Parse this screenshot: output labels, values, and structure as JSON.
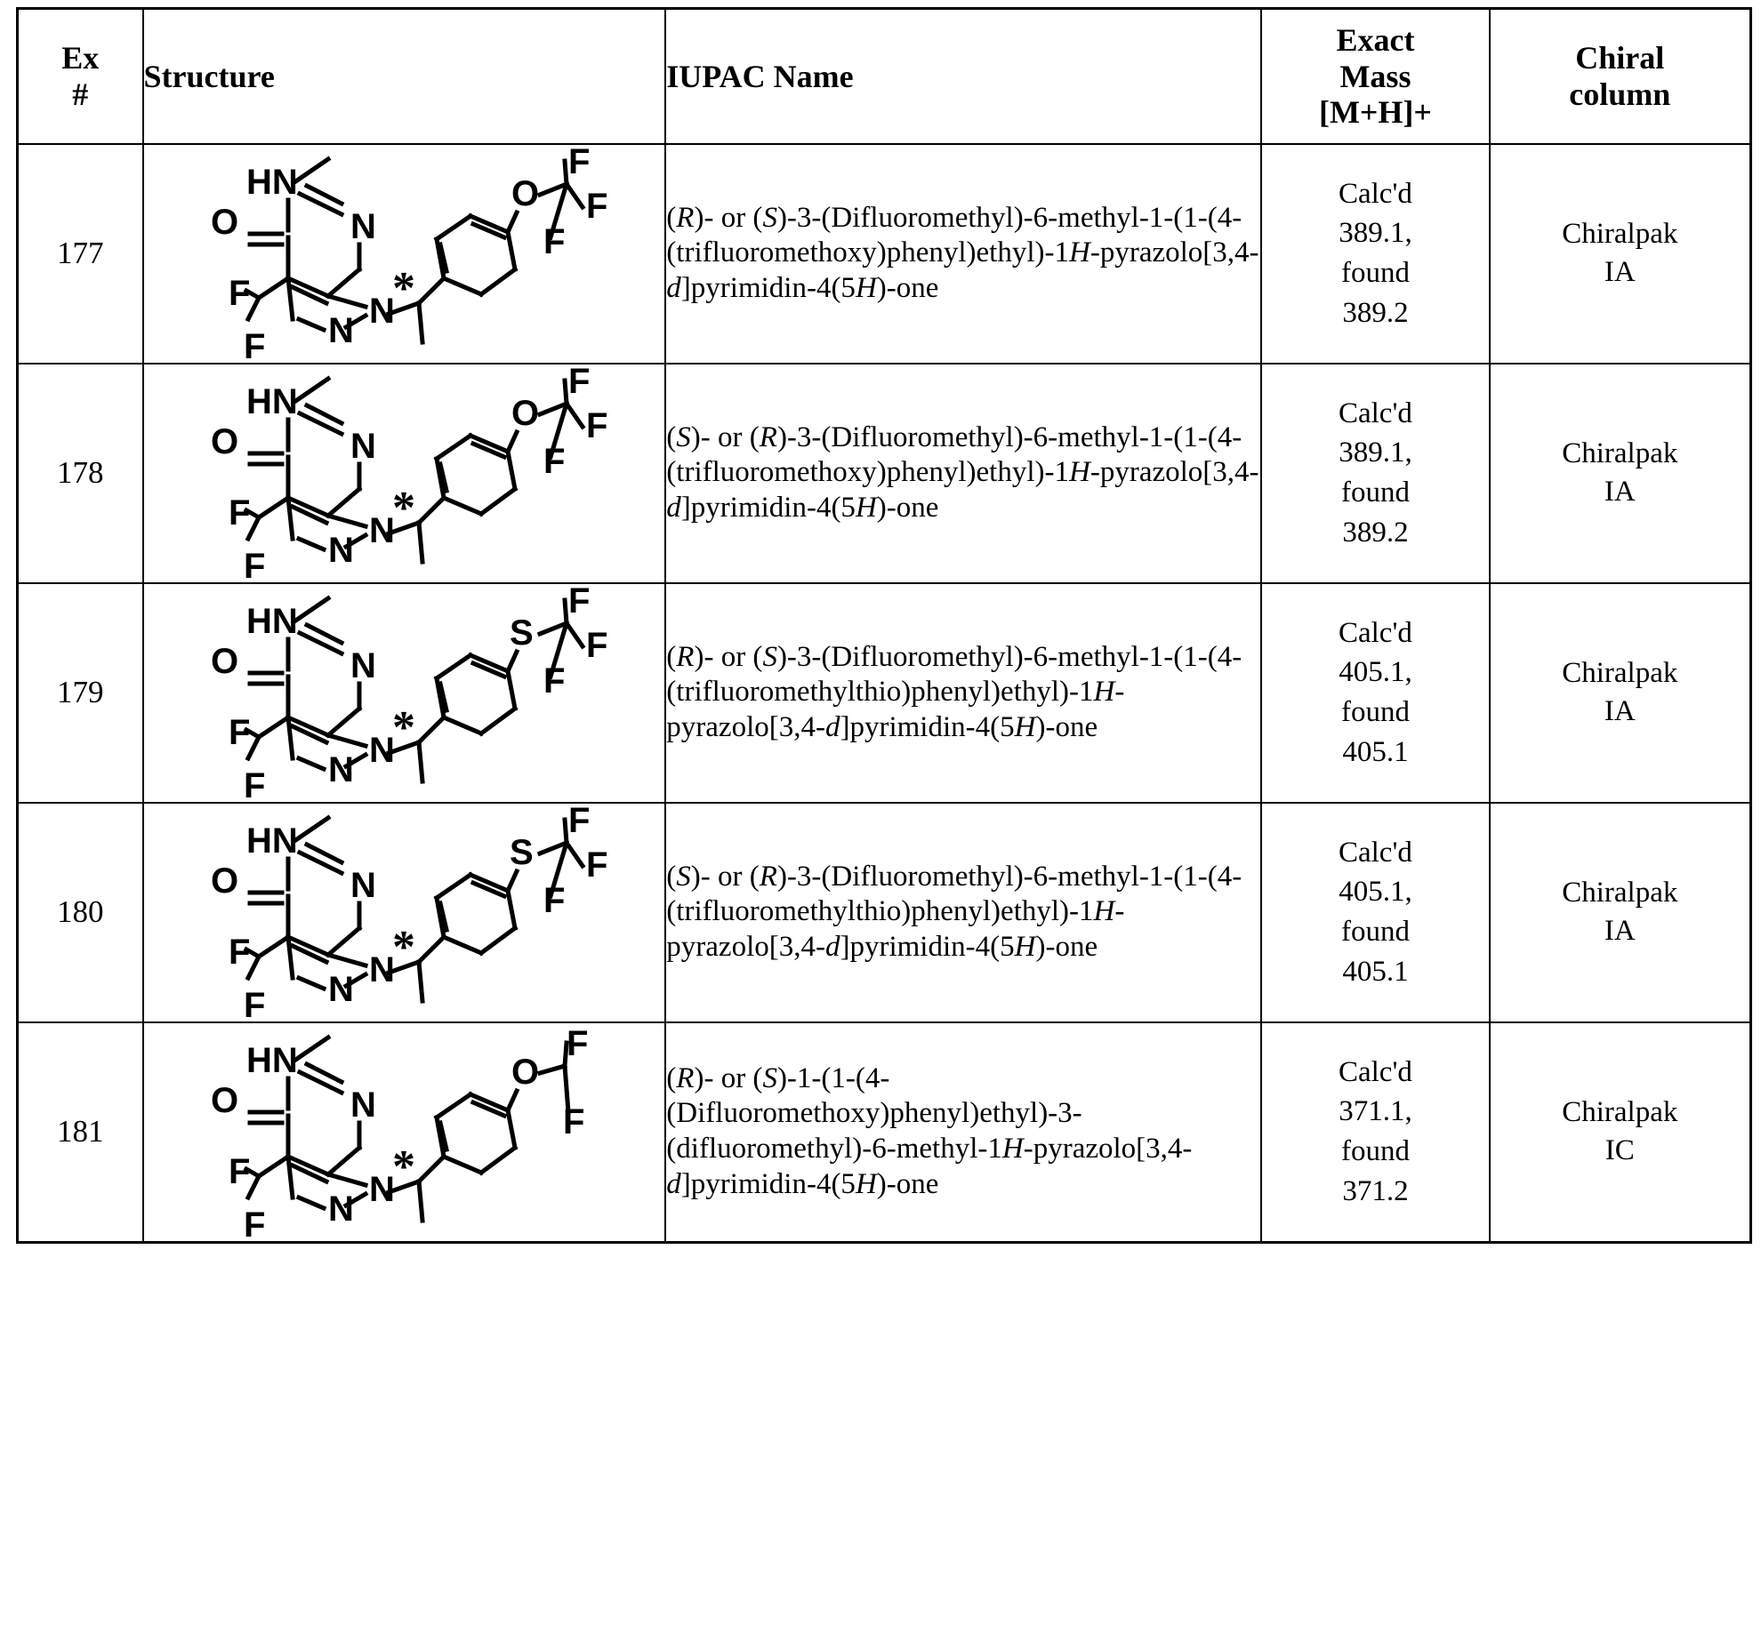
{
  "table": {
    "headers": {
      "ex": [
        "Ex",
        "#"
      ],
      "structure": "Structure",
      "iupac": "IUPAC Name",
      "mass": [
        "Exact",
        "Mass",
        "[M+H]+"
      ],
      "chiral": [
        "Chiral",
        "column"
      ]
    },
    "rows": [
      {
        "ex": "177",
        "structure": {
          "name": "difluoromethyl-methyl-pyrazolopyrimidinone-trifluoromethoxyphenyl-ethyl",
          "labels": [
            "HN",
            "O",
            "N",
            "N",
            "N",
            "F",
            "F",
            "O",
            "F",
            "F",
            "F",
            "*"
          ],
          "linker_atom": "O",
          "terminal_group": "CF3"
        },
        "iupac": "(R)- or (S)-3-(Difluoromethyl)-6-methyl-1-(1-(4-(trifluoromethoxy)phenyl)ethyl)-1H-pyrazolo[3,4-d]pyrimidin-4(5H)-one",
        "iupac_lines": [
          "(R)- or (S)-3-(Difluoromethyl)-6-",
          "methyl-1-(1-(4-",
          "(trifluoromethoxy)phenyl)ethyl)-",
          "1H-pyrazolo[3,4-d]pyrimidin-",
          "4(5H)-one"
        ],
        "mass": "Calc'd\n389.1,\nfound\n389.2",
        "chiral": "Chiralpak\nIA"
      },
      {
        "ex": "178",
        "structure": {
          "name": "difluoromethyl-methyl-pyrazolopyrimidinone-trifluoromethoxyphenyl-ethyl",
          "labels": [
            "HN",
            "O",
            "N",
            "N",
            "N",
            "F",
            "F",
            "O",
            "F",
            "F",
            "F",
            "*"
          ],
          "linker_atom": "O",
          "terminal_group": "CF3"
        },
        "iupac": "(S)- or (R)-3-(Difluoromethyl)-6-methyl-1-(1-(4-(trifluoromethoxy)phenyl)ethyl)-1H-pyrazolo[3,4-d]pyrimidin-4(5H)-one",
        "iupac_lines": [
          "(S)- or (R)-3-(Difluoromethyl)-6-",
          "methyl-1-(1-(4-",
          "(trifluoromethoxy)phenyl)ethyl)-",
          "1H-pyrazolo[3,4-d]pyrimidin-",
          "4(5H)-one"
        ],
        "mass": "Calc'd\n389.1,\nfound\n389.2",
        "chiral": "Chiralpak\nIA"
      },
      {
        "ex": "179",
        "structure": {
          "name": "difluoromethyl-methyl-pyrazolopyrimidinone-trifluoromethylthiophenyl-ethyl",
          "labels": [
            "HN",
            "O",
            "N",
            "N",
            "N",
            "F",
            "F",
            "S",
            "F",
            "F",
            "F",
            "*"
          ],
          "linker_atom": "S",
          "terminal_group": "CF3"
        },
        "iupac": "(R)- or (S)-3-(Difluoromethyl)-6-methyl-1-(1-(4-(trifluoromethylthio)phenyl)ethyl)-1H-pyrazolo[3,4-d]pyrimidin-4(5H)-one",
        "iupac_lines": [
          "(R)- or (S)-3-(Difluoromethyl)-6-",
          "methyl-1-(1-(4-",
          "(trifluoromethylthio)phenyl)ethy",
          "l)-1H-pyrazolo[3,4-d]pyrimidin-",
          "4(5H)-one"
        ],
        "mass": "Calc'd\n405.1,\nfound\n405.1",
        "chiral": "Chiralpak\nIA"
      },
      {
        "ex": "180",
        "structure": {
          "name": "difluoromethyl-methyl-pyrazolopyrimidinone-trifluoromethylthiophenyl-ethyl",
          "labels": [
            "HN",
            "O",
            "N",
            "N",
            "N",
            "F",
            "F",
            "S",
            "F",
            "F",
            "F",
            "*"
          ],
          "linker_atom": "S",
          "terminal_group": "CF3"
        },
        "iupac": "(S)- or (R)-3-(Difluoromethyl)-6-methyl-1-(1-(4-(trifluoromethylthio)phenyl)ethyl)-1H-pyrazolo[3,4-d]pyrimidin-4(5H)-one",
        "iupac_lines": [
          "(S)- or (R)-3-(Difluoromethyl)-6-",
          "methyl-1-(1-(4-",
          "(trifluoromethylthio)phenyl)ethy",
          "l)-1H-pyrazolo[3,4-d]pyrimidin-",
          "4(5H)-one"
        ],
        "mass": "Calc'd\n405.1,\nfound\n405.1",
        "chiral": "Chiralpak\nIA"
      },
      {
        "ex": "181",
        "structure": {
          "name": "difluoromethyl-methyl-pyrazolopyrimidinone-difluoromethoxyphenyl-ethyl",
          "labels": [
            "HN",
            "O",
            "N",
            "N",
            "N",
            "F",
            "F",
            "O",
            "F",
            "F",
            "*"
          ],
          "linker_atom": "O",
          "terminal_group": "CHF2"
        },
        "iupac": "(R)- or (S)-1-(1-(4-(Difluoromethoxy)phenyl)ethyl)-3-(difluoromethyl)-6-methyl-1H-pyrazolo[3,4-d]pyrimidin-4(5H)-one",
        "iupac_lines": [
          "(R)- or (S)-1-(1-(4-",
          "(Difluoromethoxy)phenyl)ethyl)-",
          "3-(difluoromethyl)-6-methyl-1H-",
          "pyrazolo[3,4-d]pyrimidin-4(5H)-",
          "one"
        ],
        "mass": "Calc'd\n371.1,\nfound\n371.2",
        "chiral": "Chiralpak\nIC"
      }
    ]
  },
  "colors": {
    "ink": "#000000",
    "paper": "#ffffff"
  }
}
